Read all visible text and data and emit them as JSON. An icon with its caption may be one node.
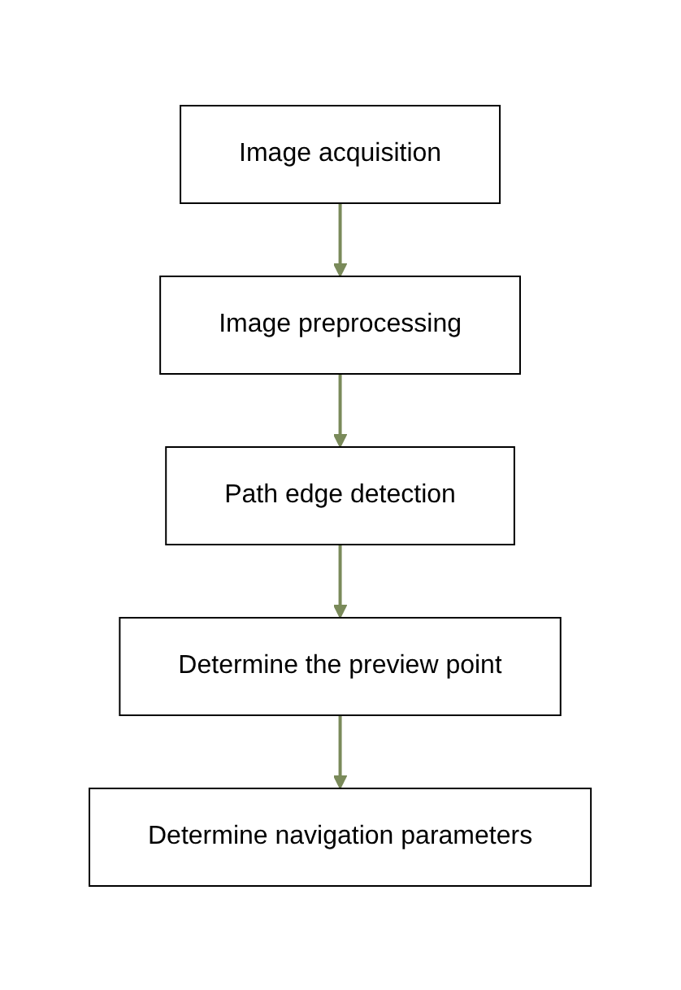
{
  "diagram": {
    "nodes": [
      {
        "text": [
          "Image acquisition"
        ]
      },
      {
        "text": [
          "Image preprocessing"
        ]
      },
      {
        "text": [
          "Path edge detection"
        ]
      },
      {
        "text": [
          "Determine the preview point"
        ]
      },
      {
        "text": [
          "Determine navigation parameters"
        ]
      }
    ],
    "edges": [
      {
        "from": 0,
        "to": 1,
        "arrow": "to"
      },
      {
        "from": 1,
        "to": 2,
        "arrow": "to"
      },
      {
        "from": 2,
        "to": 3,
        "arrow": "to"
      },
      {
        "from": 3,
        "to": 4,
        "arrow": "to"
      }
    ]
  }
}
